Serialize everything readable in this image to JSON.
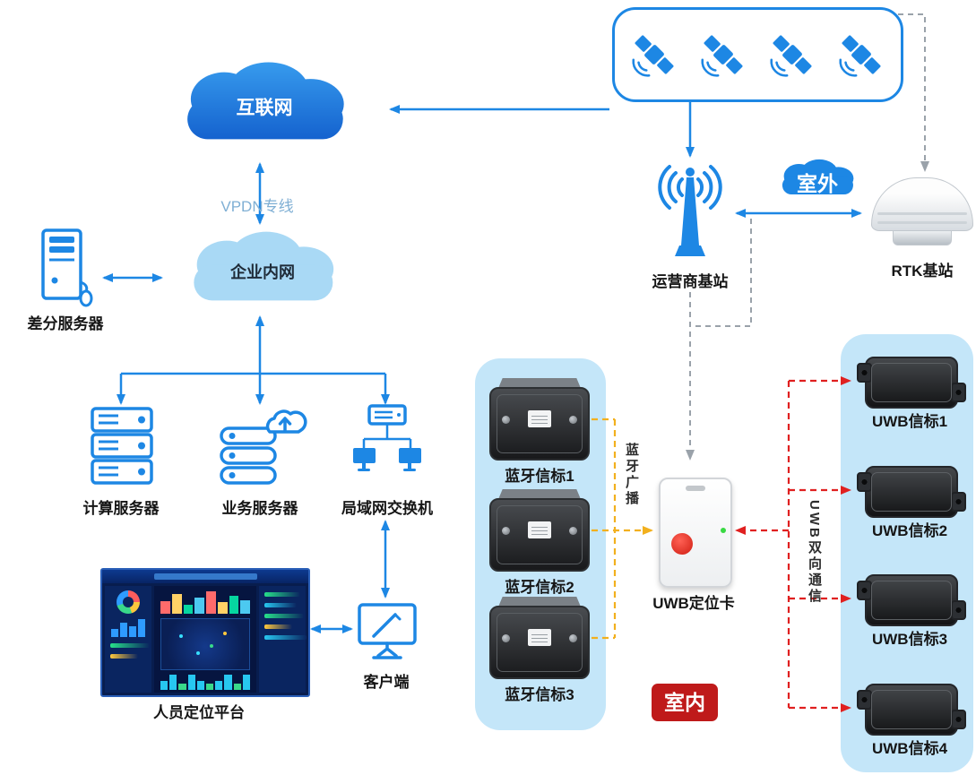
{
  "labels": {
    "internet": "互联网",
    "vpdn": "VPDN专线",
    "intranet": "企业内网",
    "diff_server": "差分服务器",
    "compute_server": "计算服务器",
    "business_server": "业务服务器",
    "lan_switch": "局域网交换机",
    "client": "客户端",
    "platform": "人员定位平台",
    "carrier_station": "运营商基站",
    "outdoor": "室外",
    "rtk_station": "RTK基站",
    "bt_broadcast": "蓝牙广播",
    "uwb_card": "UWB定位卡",
    "uwb_comm": "UWB双向通信",
    "indoor": "室内"
  },
  "bt_beacons": [
    {
      "label": "蓝牙信标1"
    },
    {
      "label": "蓝牙信标2"
    },
    {
      "label": "蓝牙信标3"
    }
  ],
  "uwb_beacons": [
    {
      "label": "UWB信标1"
    },
    {
      "label": "UWB信标2"
    },
    {
      "label": "UWB信标3"
    },
    {
      "label": "UWB信标4"
    }
  ],
  "colors": {
    "accent_blue": "#1d87e4",
    "dark_cloud_top": "#3aa0f0",
    "dark_cloud_bottom": "#0d56c8",
    "light_cloud": "#a9d9f5",
    "zone_bg": "#c4e6f9",
    "yellow_link": "#f2b01e",
    "red_link": "#e02020",
    "gray_link": "#9aa2aa",
    "indoor_bg": "#bf1a1a",
    "outdoor_bg": "#1d87e4"
  }
}
